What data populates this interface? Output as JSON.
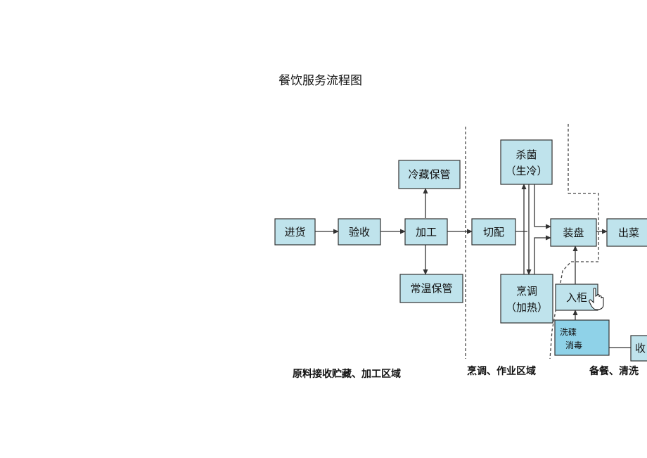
{
  "title": "餐饮服务流程图",
  "nodes": {
    "jinhuo": "进货",
    "yanshou": "验收",
    "jiagong": "加工",
    "lengcang": "冷藏保管",
    "changwen": "常温保管",
    "qiepei": "切配",
    "shajun_1": "杀菌",
    "shajun_2": "（生冷）",
    "pengtiao_1": "烹调",
    "pengtiao_2": "（加热）",
    "zhuangpan": "装盘",
    "chucai": "出菜",
    "rugui": "入柜",
    "xidie_1": "洗碟",
    "xidie_2": "消毒",
    "shou": "收"
  },
  "regions": {
    "left": "原料接收贮藏、加工区域",
    "middle": "烹调、作业区域",
    "right": "备餐、清洗"
  }
}
